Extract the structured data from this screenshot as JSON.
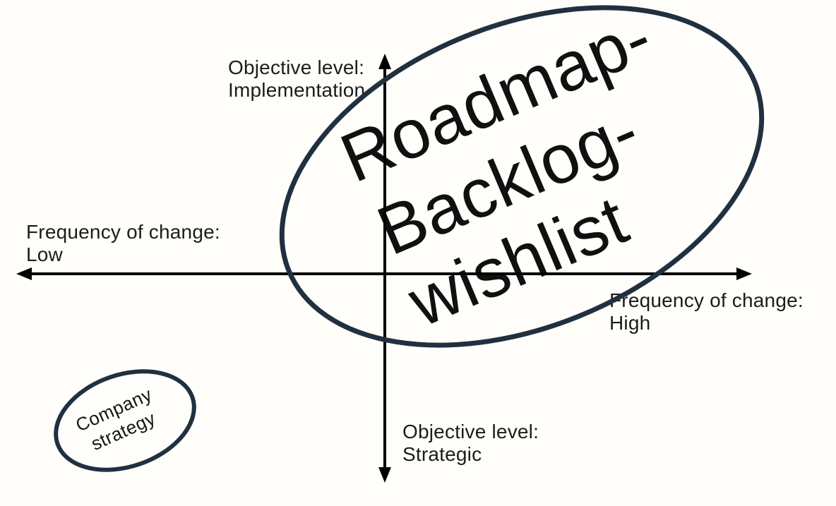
{
  "colors": {
    "background": "#fffefa",
    "ellipse_stroke": "#20303f",
    "axis": "#000000",
    "label_text": "#1c1c1c",
    "annotation_text": "#101010"
  },
  "labels": {
    "objective_top": {
      "line1": "Objective level:",
      "line2": "Implementation"
    },
    "objective_bottom": {
      "line1": "Objective level:",
      "line2": "Strategic"
    },
    "frequency_left": {
      "line1": "Frequency of change:",
      "line2": "Low"
    },
    "frequency_right": {
      "line1": "Frequency of change:",
      "line2": "High"
    }
  },
  "annotations": {
    "roadmap_ellipse": {
      "line1": "Roadmap-",
      "line2": "Backlog-",
      "line3": "wishlist"
    },
    "strategy_ellipse": {
      "line1": "Company",
      "line2": "strategy"
    }
  }
}
